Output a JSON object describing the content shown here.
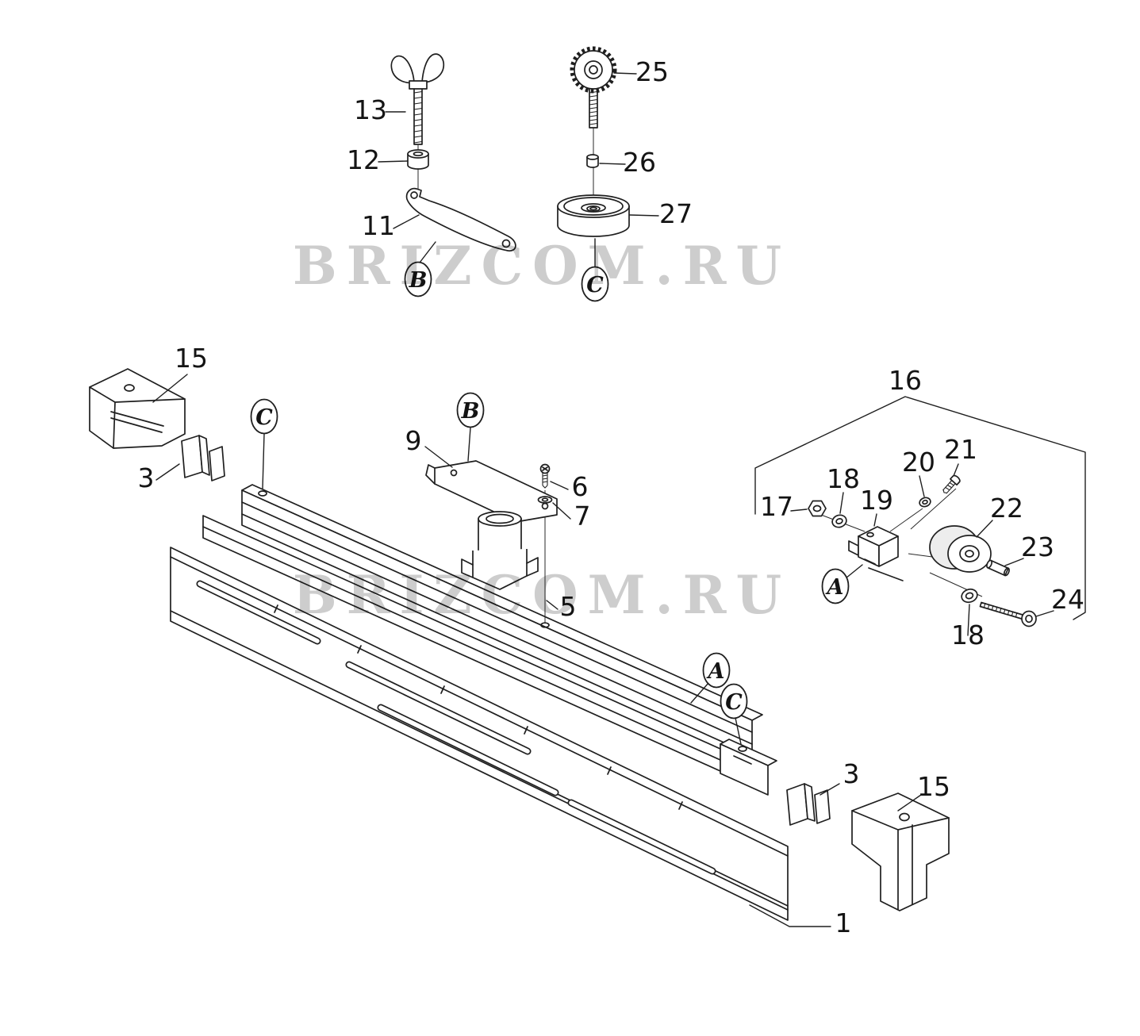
{
  "diagram": {
    "type": "exploded-parts-diagram",
    "watermark_top": "BRIZCOM.RU",
    "watermark_middle": "BRIZCOM.RU"
  },
  "labels": {
    "p13": "13",
    "p12": "12",
    "p11": "11",
    "p25": "25",
    "p26": "26",
    "p27": "27",
    "p15_left": "15",
    "p3_left": "3",
    "p9": "9",
    "p6": "6",
    "p7": "7",
    "p5": "5",
    "p16": "16",
    "p17": "17",
    "p18_upper": "18",
    "p19": "19",
    "p20": "20",
    "p21": "21",
    "p22": "22",
    "p23": "23",
    "p24": "24",
    "p18_lower": "18",
    "p3_right": "3",
    "p15_right": "15",
    "p1": "1"
  },
  "callouts": {
    "b_top": "B",
    "c_top": "C",
    "c_left": "C",
    "b_mid": "B",
    "a_right": "A",
    "a_rail": "A",
    "c_rail": "C"
  },
  "colors": {
    "line": "#1f1f1f",
    "watermark": "#9b9b9b",
    "background": "#ffffff"
  }
}
